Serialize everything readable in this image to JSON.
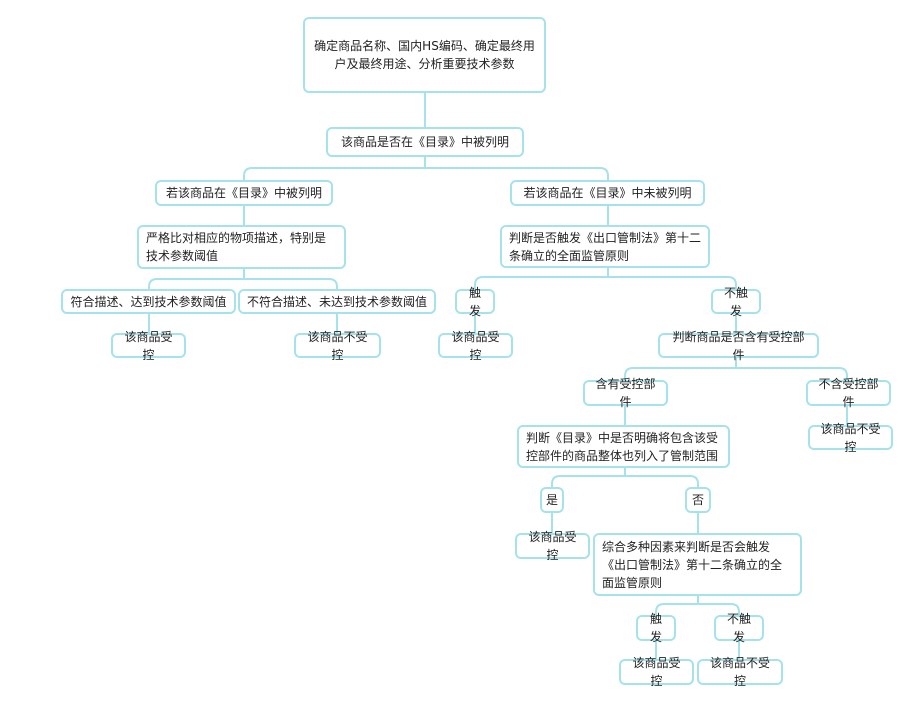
{
  "nodes": {
    "start": "确定商品名称、国内HS编码、确定最终用户及最终用途、分析重要技术参数",
    "q_listed": "该商品是否在《目录》中被列明",
    "listed": "若该商品在《目录》中被列明",
    "compare": "严格比对相应的物项描述，特别是技术参数阈值",
    "meets": "符合描述、达到技术参数阈值",
    "meets_result": "该商品受控",
    "not_meets": "不符合描述、未达到技术参数阈值",
    "not_meets_result": "该商品不受控",
    "not_listed": "若该商品在《目录》中未被列明",
    "judge_art12": "判断是否触发《出口管制法》第十二条确立的全面监管原则",
    "trigger": "触发",
    "trigger_result": "该商品受控",
    "no_trigger": "不触发",
    "q_parts": "判断商品是否含有受控部件",
    "has_parts": "含有受控部件",
    "no_parts": "不含受控部件",
    "no_parts_result": "该商品不受控",
    "q_whole": "判断《目录》中是否明确将包含该受控部件的商品整体也列入了管制范围",
    "yes": "是",
    "yes_result": "该商品受控",
    "no": "否",
    "comprehensive": "综合多种因素来判断是否会触发《出口管制法》第十二条确立的全面监管原则",
    "trigger2": "触发",
    "trigger2_result": "该商品受控",
    "no_trigger2": "不触发",
    "no_trigger2_result": "该商品不受控"
  },
  "colors": {
    "border": "#a6e2ea",
    "connector": "#a6e2ea",
    "text": "#222222",
    "background": "#ffffff"
  }
}
